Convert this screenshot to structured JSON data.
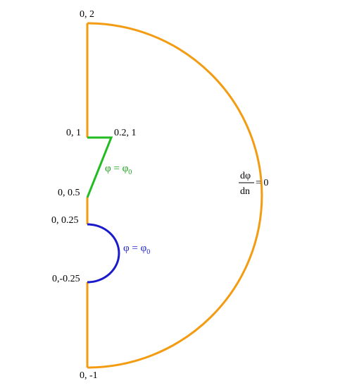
{
  "colors": {
    "outer_boundary": "#f39c12",
    "fixed_boundary": "#22bb22",
    "inner_boundary": "#1a1acc",
    "text": "#000000"
  },
  "points": {
    "top": "0, 2",
    "step_left": "0, 1",
    "step_right": "0.2, 1",
    "mid": "0, 0.5",
    "arc_top": "0, 0.25",
    "arc_bottom": "0,-0.25",
    "bottom": "0, -1"
  },
  "conditions": {
    "green": {
      "lhs": "φ = φ",
      "sub": "0"
    },
    "blue": {
      "lhs": "φ = φ",
      "sub": "0"
    },
    "neumann": {
      "numerator": "dφ",
      "denominator": "dn",
      "rhs": "= 0"
    }
  }
}
